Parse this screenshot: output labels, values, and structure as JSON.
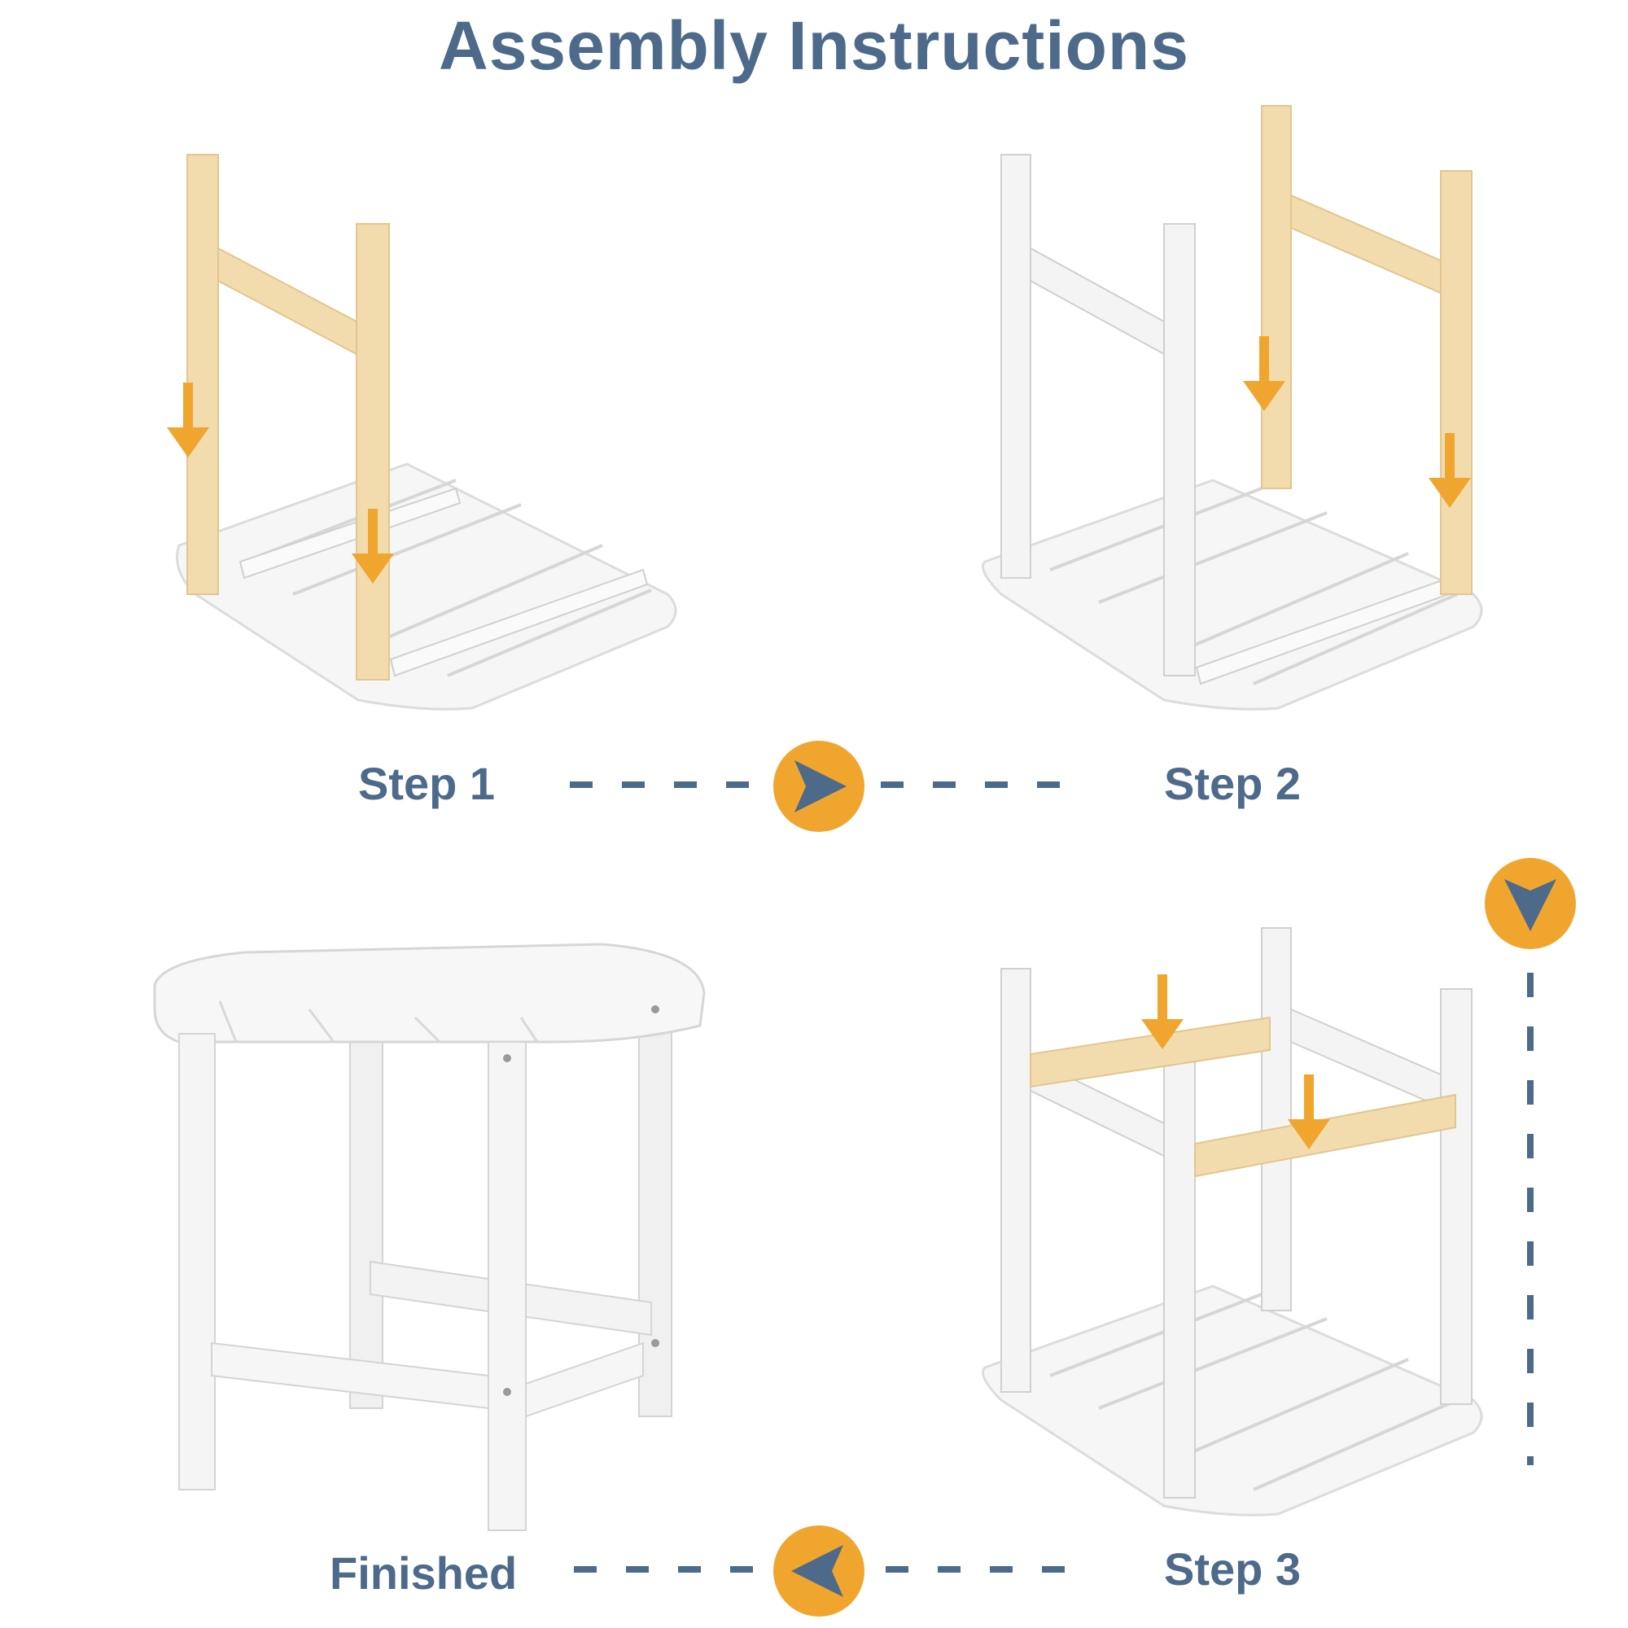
{
  "title": "Assembly Instructions",
  "steps": {
    "step1": "Step 1",
    "step2": "Step 2",
    "step3": "Step 3",
    "finished": "Finished"
  },
  "colors": {
    "title": "#4d6a8a",
    "accent": "#f0a62e",
    "wood": "#f2dcae",
    "white_part": "#f4f4f4",
    "outline": "#d9d9d9"
  },
  "icons": {
    "next_right": "arrow-right-icon",
    "next_down": "arrow-down-icon",
    "next_left": "arrow-left-icon"
  }
}
